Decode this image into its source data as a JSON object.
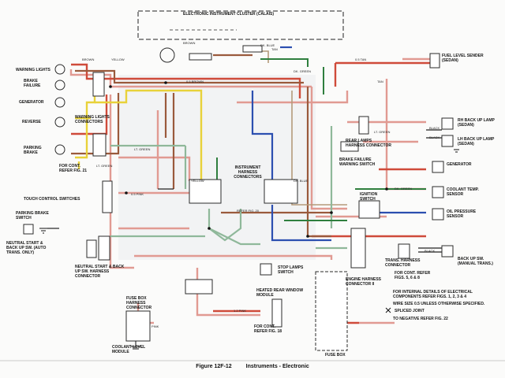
{
  "figure": {
    "number": "Figure 12F-12",
    "title": "Instruments - Electronic"
  },
  "cluster": {
    "title": "ELECTRONIC INSTRUMENT CLUSTER (CALAIS)"
  },
  "components": {
    "warning_lights": "WARNING LIGHTS",
    "brake_failure": "BRAKE FAILURE",
    "generator_left": "GENERATOR",
    "reverse": "REVERSE",
    "parking_brake": "PARKING BRAKE",
    "warning_lights_connectors": "WARNING LIGHTS CONNECTORS",
    "for_cont_21": "FOR CONT. REFER FIG. 21",
    "touch_control_switches": "TOUCH CONTROL SWITCHES",
    "parking_brake_switch": "PARKING BRAKE SWITCH",
    "neutral_start_switch": "NEUTRAL START & BACK UP SW. (AUTO TRANS. ONLY)",
    "neutral_start_harness": "NEUTRAL START & BACK UP SW. HARNESS CONNECTOR",
    "fuse_box_harness": "FUSE BOX HARNESS CONNECTOR",
    "coolant_level": "COOLANT LEVEL MODULE",
    "instrument_harness": "INSTRUMENT HARNESS CONNECTORS",
    "refer_fig_20": "REFER FIG. 20",
    "heated_rear_window": "HEATED REAR WINDOW MODULE",
    "for_cont_18": "FOR CONT. REFER FIG. 18",
    "stop_lamps": "STOP LAMPS SWITCH",
    "engine_harness": "ENGINE HARNESS CONNECTOR II",
    "fuse_box": "FUSE BOX",
    "fuel_level": "FUEL LEVEL SENDER (SEDAN)",
    "rh_backup": "RH BACK UP LAMP (SEDAN)",
    "lh_backup": "LH BACK UP LAMP (SEDAN)",
    "rear_lamps": "REAR LAMPS HARNESS CONNECTOR",
    "brake_failure_switch": "BRAKE FAILURE WARNING SWITCH",
    "generator_right": "GENERATOR",
    "coolant_temp": "COOLANT TEMP. SENSOR",
    "oil_pressure": "OIL PRESSURE SENSOR",
    "ignition_switch": "IGNITION SWITCH",
    "trans_harness": "TRANS. HARNESS CONNECTOR",
    "for_cont_568": "FOR CONT. REFER FIGS. 5, 6 & 8",
    "backup_sw_manual": "BACK UP SW. (MANUAL TRANS.)"
  },
  "notes": {
    "internal_details": "FOR INTERNAL DETAILS OF ELECTRICAL COMPONENTS REFER FIGS. 1, 2, 3 & 4",
    "wire_size": "WIRE SIZE 0.5 UNLESS OTHERWISE SPECIFIED.",
    "spliced_joint": "SPLICED JOINT",
    "negative": "TO NEGATIVE REFER FIG. 22"
  },
  "wire_labels": {
    "brown": "BROWN",
    "yellow": "YELLOW",
    "tan": "TAN",
    "dk_blue": "DK. BLUE",
    "dk_green": "DK. GREEN",
    "lt_green": "LT. GREEN",
    "black": "BLACK",
    "pink": "PINK",
    "gauge_tan": "0.5 TAN",
    "gauge_pink": "0.5 PINK",
    "gauge_brown": "0.5 BROWN",
    "gauge_red": "1.2 PINK"
  },
  "colors": {
    "pink": "#e19a92",
    "brown": "#9a5a3c",
    "red": "#cf4b3a",
    "yellow": "#e8d23a",
    "lt_green": "#8fb89a",
    "dk_green": "#2f7f3e",
    "blue": "#2c4fb0",
    "tan": "#b49a7a",
    "black": "#222222",
    "box": "#2b2b2b"
  }
}
